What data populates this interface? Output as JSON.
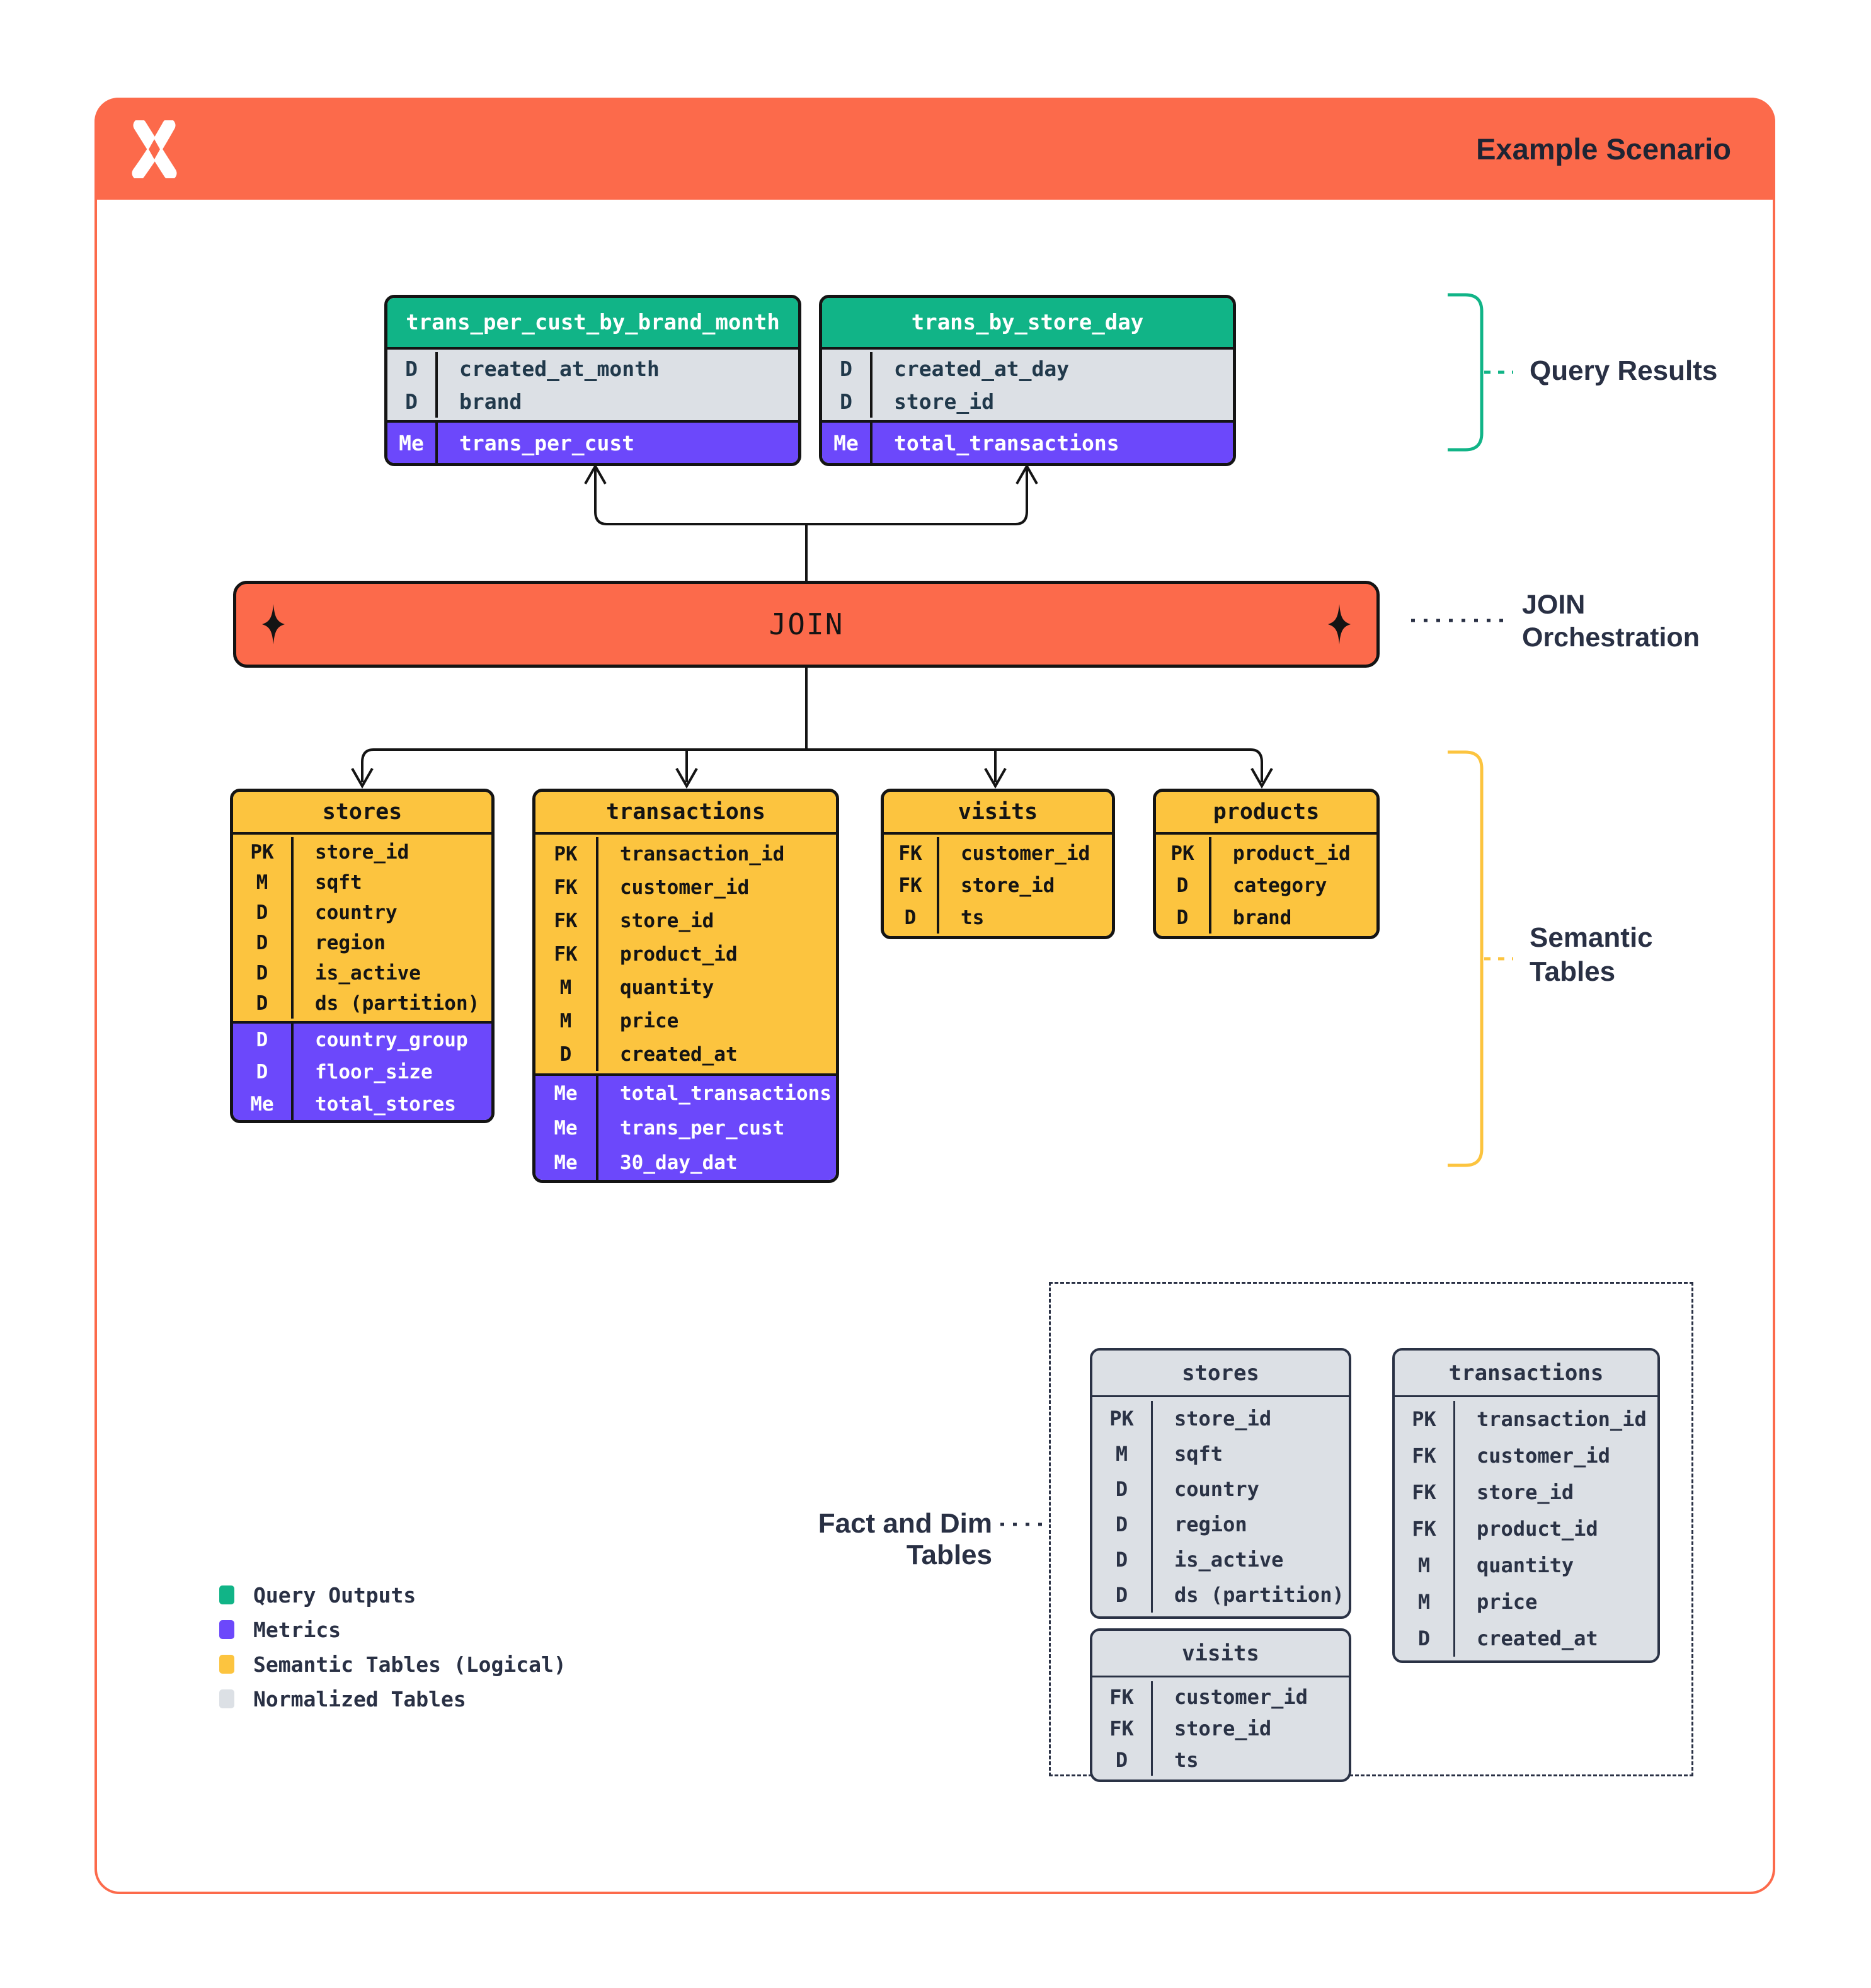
{
  "header": {
    "title": "Example Scenario",
    "logo": "x-logo"
  },
  "join": {
    "label": "JOIN"
  },
  "annotations": {
    "query_results": "Query Results",
    "join_orchestration": "JOIN\nOrchestration",
    "semantic_tables": "Semantic\nTables",
    "fact_dim": "Fact and Dim Tables"
  },
  "query_tables": [
    {
      "title": "trans_per_cust_by_brand_month",
      "dims": [
        {
          "k": "D",
          "v": "created_at_month"
        },
        {
          "k": "D",
          "v": "brand"
        }
      ],
      "metrics": [
        {
          "k": "Me",
          "v": "trans_per_cust"
        }
      ]
    },
    {
      "title": "trans_by_store_day",
      "dims": [
        {
          "k": "D",
          "v": "created_at_day"
        },
        {
          "k": "D",
          "v": "store_id"
        }
      ],
      "metrics": [
        {
          "k": "Me",
          "v": "total_transactions"
        }
      ]
    }
  ],
  "semantic_tables": [
    {
      "title": "stores",
      "dims": [
        {
          "k": "PK",
          "v": "store_id"
        },
        {
          "k": "M",
          "v": "sqft"
        },
        {
          "k": "D",
          "v": "country"
        },
        {
          "k": "D",
          "v": "region"
        },
        {
          "k": "D",
          "v": "is_active"
        },
        {
          "k": "D",
          "v": "ds (partition)"
        }
      ],
      "metrics": [
        {
          "k": "D",
          "v": "country_group"
        },
        {
          "k": "D",
          "v": "floor_size"
        },
        {
          "k": "Me",
          "v": "total_stores"
        }
      ]
    },
    {
      "title": "transactions",
      "dims": [
        {
          "k": "PK",
          "v": "transaction_id"
        },
        {
          "k": "FK",
          "v": "customer_id"
        },
        {
          "k": "FK",
          "v": "store_id"
        },
        {
          "k": "FK",
          "v": "product_id"
        },
        {
          "k": "M",
          "v": "quantity"
        },
        {
          "k": "M",
          "v": "price"
        },
        {
          "k": "D",
          "v": "created_at"
        }
      ],
      "metrics": [
        {
          "k": "Me",
          "v": "total_transactions"
        },
        {
          "k": "Me",
          "v": "trans_per_cust"
        },
        {
          "k": "Me",
          "v": "30_day_dat"
        }
      ]
    },
    {
      "title": "visits",
      "dims": [
        {
          "k": "FK",
          "v": "customer_id"
        },
        {
          "k": "FK",
          "v": "store_id"
        },
        {
          "k": "D",
          "v": "ts"
        }
      ],
      "metrics": []
    },
    {
      "title": "products",
      "dims": [
        {
          "k": "PK",
          "v": "product_id"
        },
        {
          "k": "D",
          "v": "category"
        },
        {
          "k": "D",
          "v": "brand"
        }
      ],
      "metrics": []
    }
  ],
  "normalized_tables": [
    {
      "title": "stores",
      "dims": [
        {
          "k": "PK",
          "v": "store_id"
        },
        {
          "k": "M",
          "v": "sqft"
        },
        {
          "k": "D",
          "v": "country"
        },
        {
          "k": "D",
          "v": "region"
        },
        {
          "k": "D",
          "v": "is_active"
        },
        {
          "k": "D",
          "v": "ds (partition)"
        }
      ]
    },
    {
      "title": "transactions",
      "dims": [
        {
          "k": "PK",
          "v": "transaction_id"
        },
        {
          "k": "FK",
          "v": "customer_id"
        },
        {
          "k": "FK",
          "v": "store_id"
        },
        {
          "k": "FK",
          "v": "product_id"
        },
        {
          "k": "M",
          "v": "quantity"
        },
        {
          "k": "M",
          "v": "price"
        },
        {
          "k": "D",
          "v": "created_at"
        }
      ]
    },
    {
      "title": "visits",
      "dims": [
        {
          "k": "FK",
          "v": "customer_id"
        },
        {
          "k": "FK",
          "v": "store_id"
        },
        {
          "k": "D",
          "v": "ts"
        }
      ]
    }
  ],
  "legend": [
    {
      "label": "Query Outputs",
      "color": "#11B487"
    },
    {
      "label": "Metrics",
      "color": "#6C48FB"
    },
    {
      "label": "Semantic Tables (Logical)",
      "color": "#FCC43F"
    },
    {
      "label": "Normalized Tables",
      "color": "#DCE0E5"
    }
  ],
  "colors": {
    "orange": "#FC6A4B",
    "green": "#11B487",
    "purple": "#6C48FB",
    "yellow": "#FCC43F",
    "gray": "#DCE0E5",
    "ink": "#141414",
    "navy": "#293044"
  }
}
